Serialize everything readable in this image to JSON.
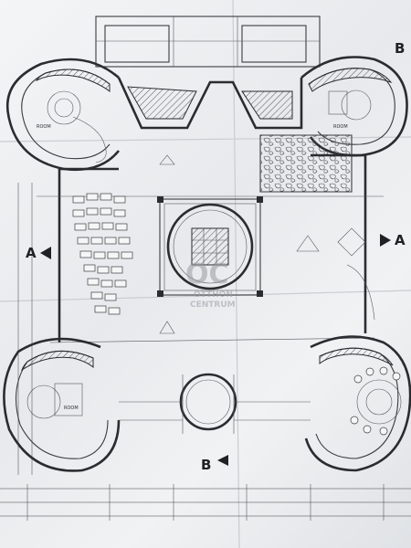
{
  "drawing": {
    "section_marker_left": "A",
    "section_marker_right": "A",
    "section_marker_bottom": "B",
    "section_marker_top": "B"
  },
  "watermark": {
    "monogram": "OC",
    "line1": "OTTHON",
    "line2": "CENTRUM"
  },
  "colors": {
    "paper": "#eef0f2",
    "ink": "#2a2c30",
    "watermark": "#9aa0a8"
  }
}
